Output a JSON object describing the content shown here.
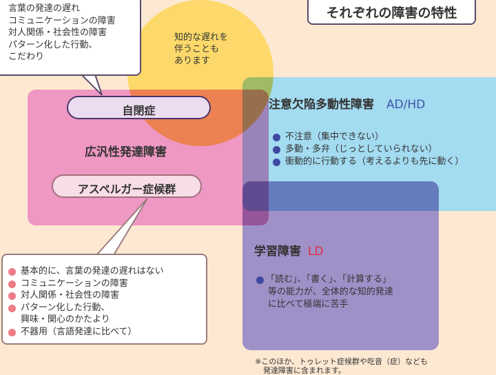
{
  "title": "それぞれの障害の特性",
  "autism": {
    "callout": [
      "言葉の発達の遅れ",
      "コミュニケーションの障害",
      "対人関係・社会性の障害",
      "パターン化した行動、",
      "こだわり"
    ],
    "label": "自閉症"
  },
  "intellectual": {
    "note": [
      "知的な遅れを",
      "伴うことも",
      "あります"
    ]
  },
  "pdd": {
    "label": "広汎性発達障害"
  },
  "asperger": {
    "label": "アスペルガー症候群",
    "items": [
      "基本的に、言葉の発達の遅れはない",
      "コミュニケーションの障害",
      "対人関係・社会性の障害",
      "パターン化した行動、\n興味・関心のかたより",
      "不器用（言語発達に比べて）"
    ],
    "line4a": "パターン化した行動、",
    "line4b": "興味・関心のかたより"
  },
  "adhd": {
    "label": "注意欠陥多動性障害",
    "abbr": "AD/HD",
    "items": [
      "不注意（集中できない）",
      "多動・多弁（じっとしていられない）",
      "衝動的に行動する（考えるよりも先に動く）"
    ]
  },
  "ld": {
    "label": "学習障害",
    "abbr": "LD",
    "lines": [
      "「読む」、「書く」、「計算する」",
      "等の能力が、全体的な知的発達",
      "に比べて極端に苦手"
    ]
  },
  "footnote": [
    "※このほか、トゥレット症候群や吃音（症）なども",
    "発達障害に含まれます。"
  ],
  "colors": {
    "yellow": "#fcd96a",
    "pink": "#ef98c4",
    "blue": "#a3dbf0",
    "purple": "#a090c8",
    "adhd_accent": "#3a55a8",
    "ld_accent": "#e03040"
  }
}
